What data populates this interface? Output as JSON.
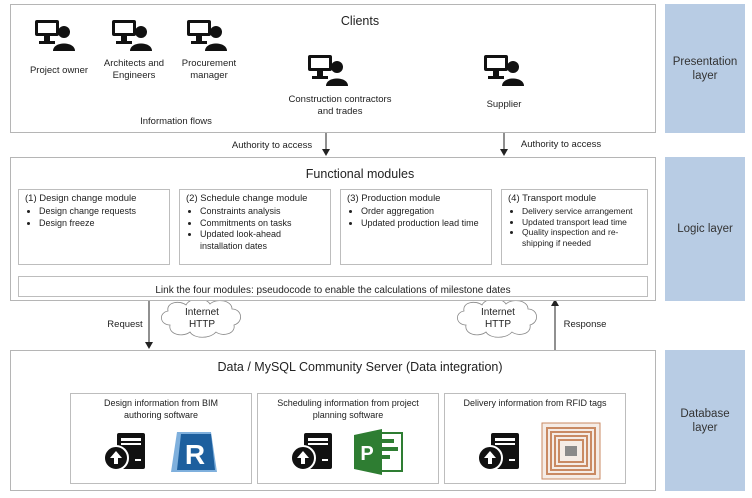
{
  "presentation": {
    "title": "Clients",
    "clients": [
      {
        "label": "Project owner",
        "icon": "computer-user-icon"
      },
      {
        "label": "Architects and Engineers",
        "icon": "computer-user-icon"
      },
      {
        "label": "Procurement manager",
        "icon": "computer-user-icon"
      },
      {
        "label": "Construction contractors and trades",
        "icon": "computer-user-icon"
      },
      {
        "label": "Supplier",
        "icon": "computer-user-icon"
      }
    ],
    "info_flows": "Information flows",
    "layer_label": "Presentation layer"
  },
  "links": {
    "authority_left": "Authority to access",
    "authority_right": "Authority to access",
    "request": "Request",
    "response": "Response",
    "cloud_left": "Internet HTTP",
    "cloud_right": "Internet HTTP"
  },
  "logic": {
    "title": "Functional modules",
    "layer_label": "Logic layer",
    "modules": [
      {
        "title": "(1) Design change module",
        "items": [
          "Design change requests",
          "Design freeze"
        ]
      },
      {
        "title": "(2) Schedule change module",
        "items": [
          "Constraints analysis",
          "Commitments on tasks",
          "Updated look-ahead installation dates"
        ]
      },
      {
        "title": "(3) Production module",
        "items": [
          "Order aggregation",
          "Updated production lead time"
        ]
      },
      {
        "title": "(4) Transport module",
        "items": [
          "Delivery service arrangement",
          "Updated transport lead time",
          "Quality inspection and re-shipping if needed"
        ]
      }
    ],
    "link_text": "Link the four modules: pseudocode to enable the calculations of milestone dates"
  },
  "database": {
    "title": "Data / MySQL Community Server (Data integration)",
    "layer_label": "Database layer",
    "sources": [
      {
        "caption": "Design information from BIM authoring software",
        "icon": "revit-icon"
      },
      {
        "caption": "Scheduling information from project planning software",
        "icon": "ms-project-icon"
      },
      {
        "caption": "Delivery information from RFID tags",
        "icon": "rfid-tag-icon"
      }
    ],
    "server_icon": "server-upload-icon"
  },
  "colors": {
    "layer_bg": "#b8cce4",
    "revit_blue": "#1d5f9e",
    "project_green": "#2e7d32",
    "rfid_copper": "#c98a63"
  }
}
